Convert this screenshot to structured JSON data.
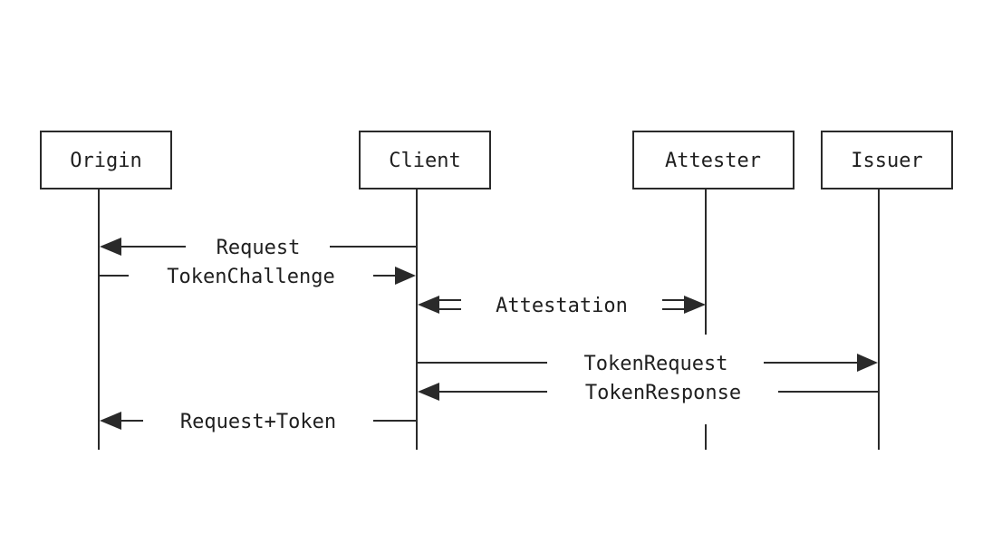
{
  "participants": {
    "origin": "Origin",
    "client": "Client",
    "attester": "Attester",
    "issuer": "Issuer"
  },
  "messages": {
    "request": "Request",
    "token_challenge": "TokenChallenge",
    "attestation": "Attestation",
    "token_request": "TokenRequest",
    "token_response": "TokenResponse",
    "request_token": "Request+Token"
  },
  "colors": {
    "line": "#2a2a2a",
    "text": "#1f1f1f",
    "background": "#ffffff"
  }
}
